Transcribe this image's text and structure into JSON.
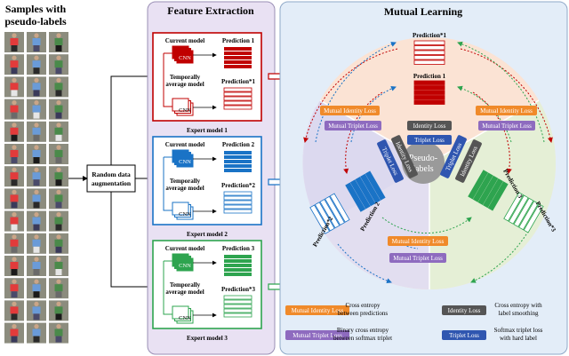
{
  "samples": {
    "title_line1": "Samples with",
    "title_line2": "pseudo-labels"
  },
  "augmentation": {
    "line1": "Random data",
    "line2": "augmentation"
  },
  "feature_extraction": {
    "title": "Feature Extraction",
    "current_model_label": "Current model",
    "temporal_label_line1": "Temporally",
    "temporal_label_line2": "average model",
    "cnn_label": "CNN",
    "experts": [
      {
        "name": "Expert model 1",
        "pred": "Prediction 1",
        "pred_avg": "Prediction*1",
        "color": "#c00000"
      },
      {
        "name": "Expert model 2",
        "pred": "Prediction 2",
        "pred_avg": "Prediction*2",
        "color": "#1a73c6"
      },
      {
        "name": "Expert model 3",
        "pred": "Prediction 3",
        "pred_avg": "Prediction*3",
        "color": "#2ea44f"
      }
    ]
  },
  "mutual_learning": {
    "title": "Mutual Learning",
    "center_line1": "Pseudo-",
    "center_line2": "labels",
    "preds": {
      "p1_avg": "Prediction*1",
      "p1": "Prediction 1",
      "p2": "Prediction 2",
      "p2_avg": "Prediction*2",
      "p3": "Prediction 3",
      "p3_avg": "Prediction*3"
    },
    "loss_labels": {
      "mutual_identity": "Mutual  Identity Loss",
      "mutual_triplet": "Mutual Triplet Loss",
      "identity": "Identity Loss",
      "triplet": "Triplet Loss"
    }
  },
  "legend": {
    "items": [
      {
        "tag": "Mutual  Identity Loss",
        "desc_line1": "Cross entropy",
        "desc_line2": "between predictions"
      },
      {
        "tag": "Identity Loss",
        "desc_line1": "Cross entropy with",
        "desc_line2": "label smoothing"
      },
      {
        "tag": "Mutual Triplet Loss",
        "desc_line1": "Binary cross entropy",
        "desc_line2": "between softmax triplet"
      },
      {
        "tag": "Triplet Loss",
        "desc_line1": "Softmax triplet loss",
        "desc_line2": "with hard label"
      }
    ]
  },
  "colors": {
    "orange": "#f08a2a",
    "purple": "#8e6bbf",
    "gray": "#555555",
    "blue": "#2f56b0",
    "panel_purple": "#e9e1f3",
    "panel_blue": "#e3edf8"
  }
}
